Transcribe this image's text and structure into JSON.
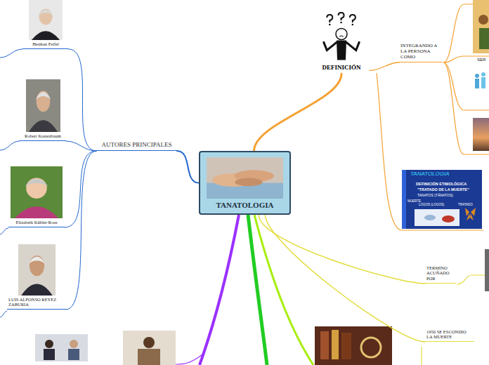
{
  "diagram": {
    "nodes": [
      {
        "text": [
          "TANATOLOGIA"
        ]
      },
      {
        "text": [
          "DEFINICIÓN"
        ]
      },
      {
        "text": [
          "INTEGRANDO A LA PERSONA COMO"
        ]
      },
      {
        "text": [
          "AUTORES PRINCIPALES"
        ]
      },
      {
        "text": [
          "Herman Feifel"
        ]
      },
      {
        "text": [
          "Robert Kastenbaum"
        ]
      },
      {
        "text": [
          "Elizabeth Kübler-Ross"
        ]
      },
      {
        "text": [
          "LUIS ALFONSO REYEZ ZABURIA"
        ]
      },
      {
        "text": [
          "TERMINO ACUÑADO POR"
        ]
      },
      {
        "text": [
          "1950 SE ESCONDIO LA MUERTE"
        ]
      }
    ],
    "edges": [
      {
        "from": 0,
        "to": 1,
        "arrow": "none"
      },
      {
        "from": 1,
        "to": 2,
        "arrow": "none"
      },
      {
        "from": 0,
        "to": 3,
        "arrow": "none"
      },
      {
        "from": 3,
        "to": 4,
        "arrow": "none"
      },
      {
        "from": 3,
        "to": 5,
        "arrow": "none"
      },
      {
        "from": 3,
        "to": 6,
        "arrow": "none"
      },
      {
        "from": 3,
        "to": 7,
        "arrow": "none"
      },
      {
        "from": 0,
        "to": 8,
        "arrow": "none"
      },
      {
        "from": 0,
        "to": 9,
        "arrow": "none"
      }
    ],
    "labels": [
      "TANATOLOGIA",
      "DEFINICIÓN ETIMOLÓGICA",
      "\"TRATADO DE LA MUERTE\"",
      "TANATOS (TÁNATOS)",
      "MUERTE",
      "LOGOS (LOGOS)",
      "TRATADO",
      "SER"
    ]
  }
}
